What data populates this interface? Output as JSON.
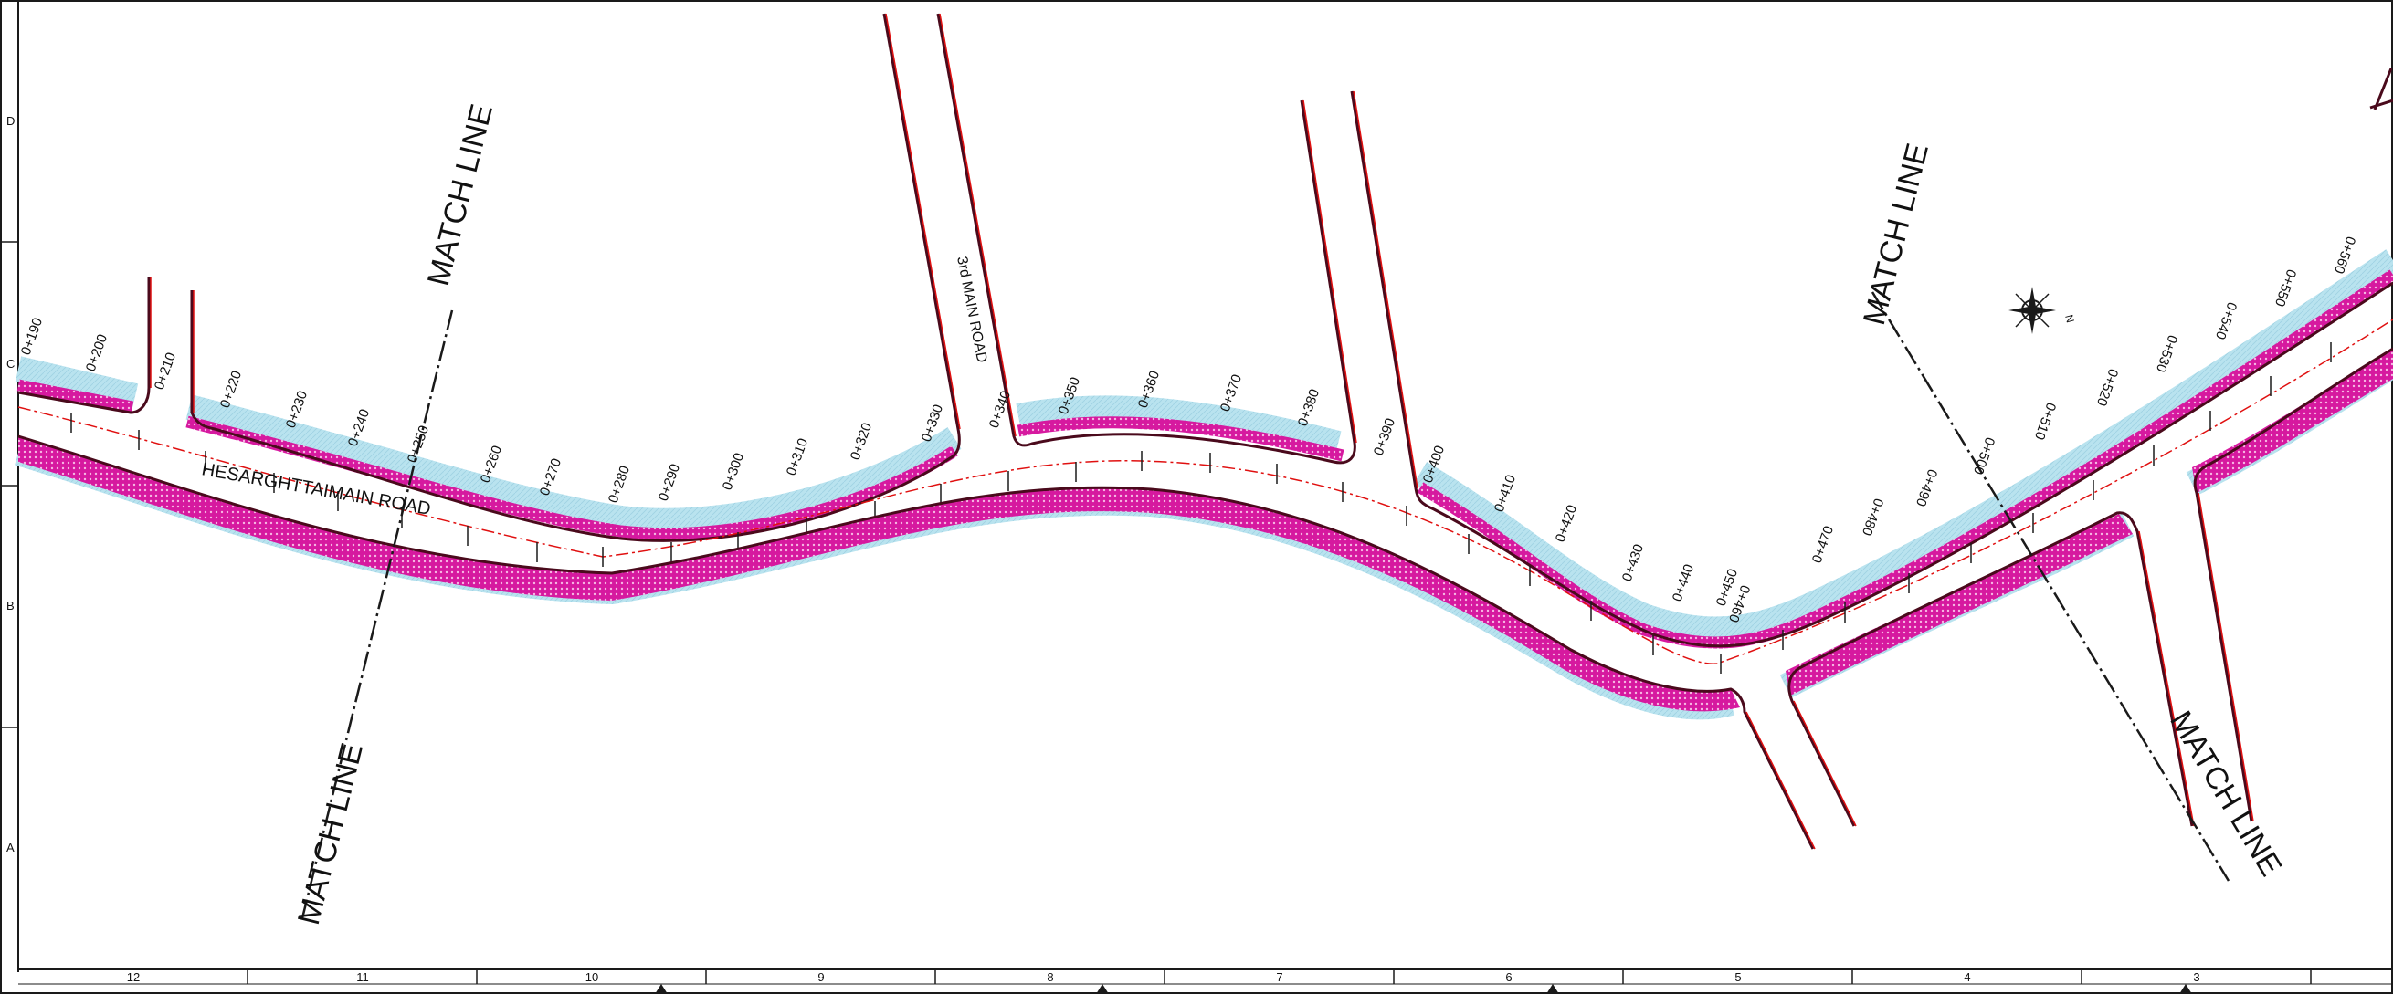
{
  "grid": {
    "columns": [
      "12",
      "11",
      "10",
      "9",
      "8",
      "7",
      "6",
      "5",
      "4",
      "3"
    ],
    "rows": [
      "D",
      "C",
      "B",
      "A"
    ]
  },
  "chainages": [
    "0+190",
    "0+200",
    "0+210",
    "0+220",
    "0+230",
    "0+240",
    "0+250",
    "0+260",
    "0+270",
    "0+280",
    "0+290",
    "0+300",
    "0+310",
    "0+320",
    "0+330",
    "0+340",
    "0+350",
    "0+360",
    "0+370",
    "0+380",
    "0+390",
    "0+400",
    "0+410",
    "0+420",
    "0+430",
    "0+440",
    "0+450",
    "0+460",
    "0+470",
    "0+480",
    "0+490",
    "0+500",
    "0+510",
    "0+520",
    "0+530",
    "0+540",
    "0+550",
    "0+560"
  ],
  "labels": {
    "match_line": "MATCH LINE",
    "main_road": "HESARGHTTAIMAIN ROAD",
    "side_road": "3rd MAIN ROAD"
  },
  "colors": {
    "footpath": "#b9e3ef",
    "median": "#d6199f",
    "kerb": "#4a0a1c",
    "centerline": "#e01010",
    "border": "#1a1a1a"
  }
}
